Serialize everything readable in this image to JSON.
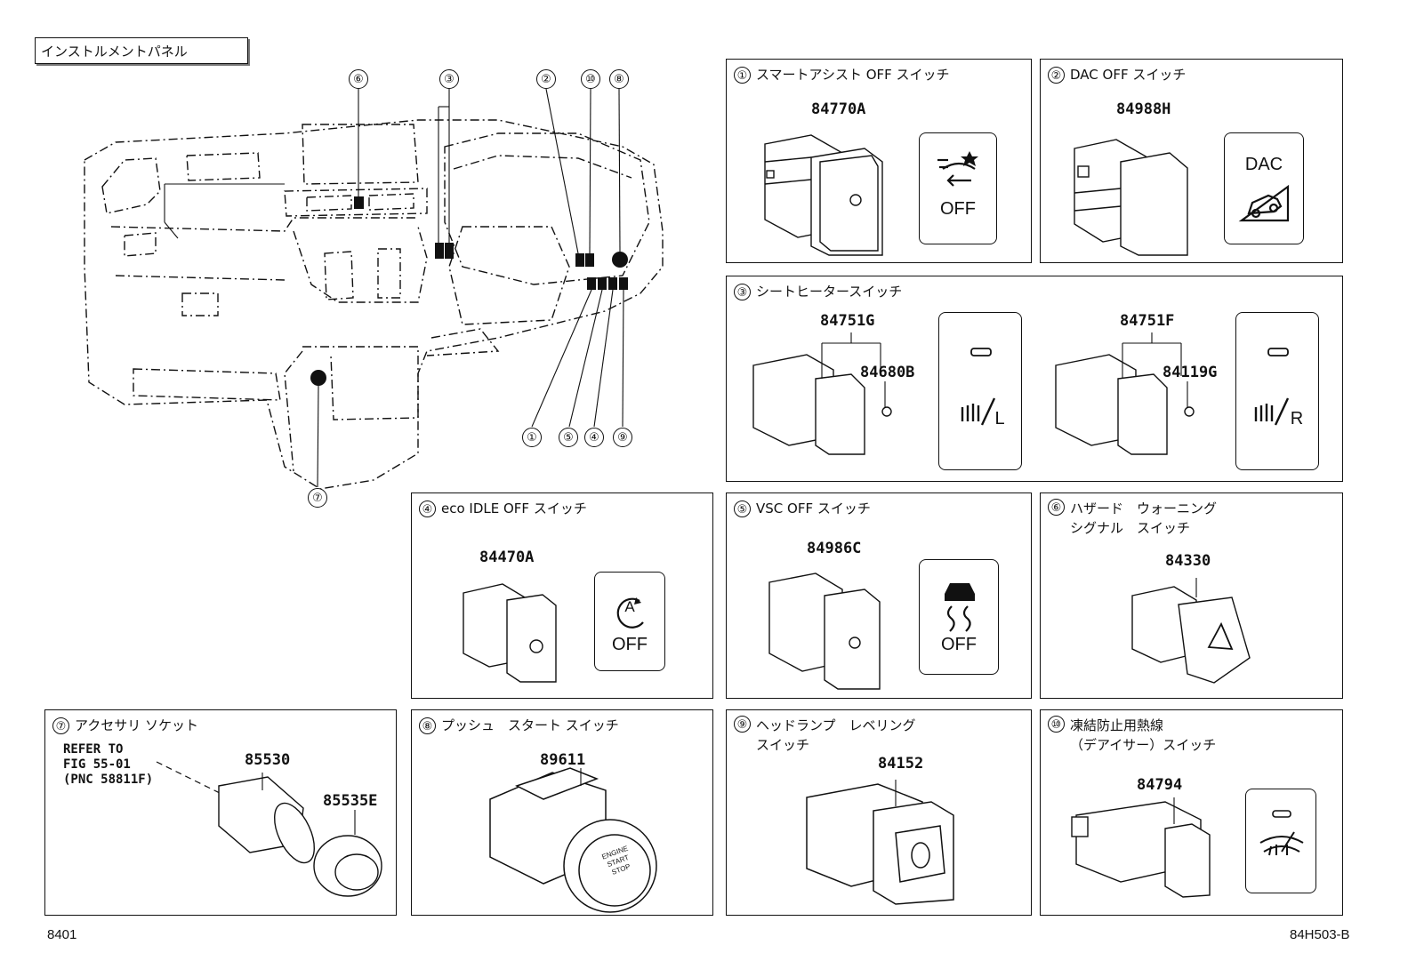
{
  "header": {
    "title": "インストルメントパネル"
  },
  "diagram": {
    "callouts": [
      "⑥",
      "③",
      "②",
      "⑩",
      "⑧",
      "①",
      "⑤",
      "④",
      "⑨",
      "⑦"
    ]
  },
  "panels": {
    "p1": {
      "num": "①",
      "title": "スマートアシスト OFF スイッチ",
      "part": "84770A",
      "icon_text": "OFF"
    },
    "p2": {
      "num": "②",
      "title": "DAC OFF スイッチ",
      "part": "84988H",
      "icon_text": "DAC"
    },
    "p3": {
      "num": "③",
      "title": "シートヒータースイッチ",
      "part_left": "84751G",
      "sub_left": "84680B",
      "icon_left": "L",
      "part_right": "84751F",
      "sub_right": "84119G",
      "icon_right": "R"
    },
    "p4": {
      "num": "④",
      "title": "eco IDLE OFF スイッチ",
      "part": "84470A",
      "icon_text": "OFF",
      "icon_letter": "A"
    },
    "p5": {
      "num": "⑤",
      "title": "VSC OFF スイッチ",
      "part": "84986C",
      "icon_text": "OFF"
    },
    "p6": {
      "num": "⑥",
      "title": "ハザード　ウォーニング\nシグナル　スイッチ",
      "part": "84330"
    },
    "p7": {
      "num": "⑦",
      "title": "アクセサリ ソケット",
      "ref": "REFER TO\nFIG 55-01\n(PNC 58811F)",
      "part": "85530",
      "part2": "85535E"
    },
    "p8": {
      "num": "⑧",
      "title": "プッシュ　スタート スイッチ",
      "part": "89611",
      "button_text": "ENGINE\nSTART\nSTOP"
    },
    "p9": {
      "num": "⑨",
      "title": "ヘッドランプ　レベリング\nスイッチ",
      "part": "84152"
    },
    "p10": {
      "num": "⑩",
      "title": "凍結防止用熱線\n（デアイサー）スイッチ",
      "part": "84794"
    }
  },
  "footer": {
    "left": "8401",
    "right": "84H503-B"
  }
}
